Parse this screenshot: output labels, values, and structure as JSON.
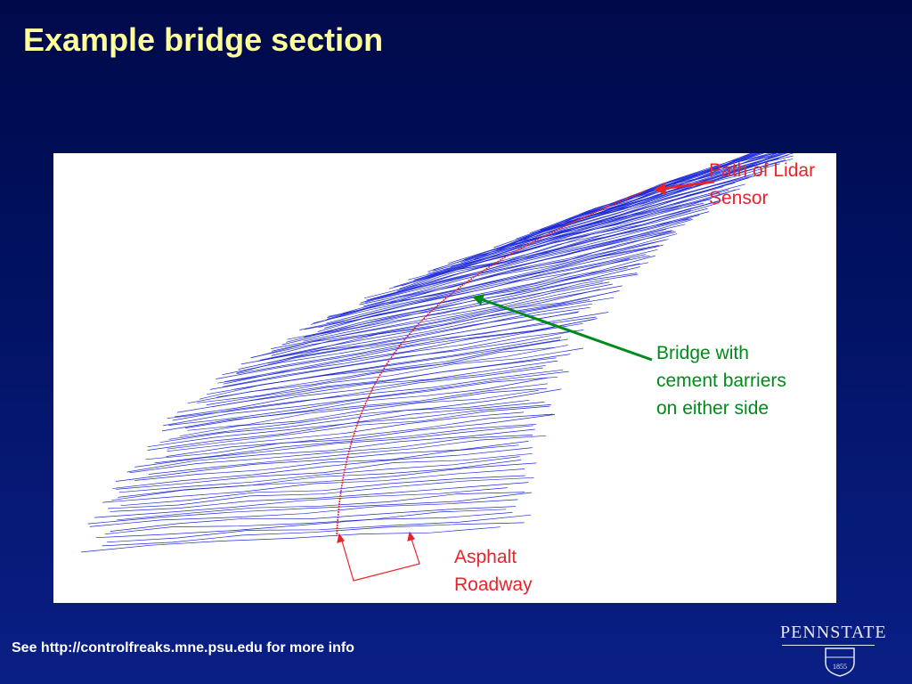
{
  "slide": {
    "title": "Example bridge section",
    "footer": "See http://controlfreaks.mne.psu.edu for more info",
    "logo_text": "PENNSTATE",
    "logo_year": "1855"
  },
  "annotations": {
    "lidar": "Path of Lidar\nSensor",
    "bridge": "Bridge with\ncement barriers\non either side",
    "asphalt": "Asphalt\nRoadway"
  },
  "colors": {
    "background": "#00105e",
    "title": "#ffff99",
    "scan_lines": "#1f2bd6",
    "lidar_path": "#e8242b",
    "bridge_arrow": "#008a1a"
  },
  "icons": {
    "logo": "penn-state-shield-icon"
  }
}
